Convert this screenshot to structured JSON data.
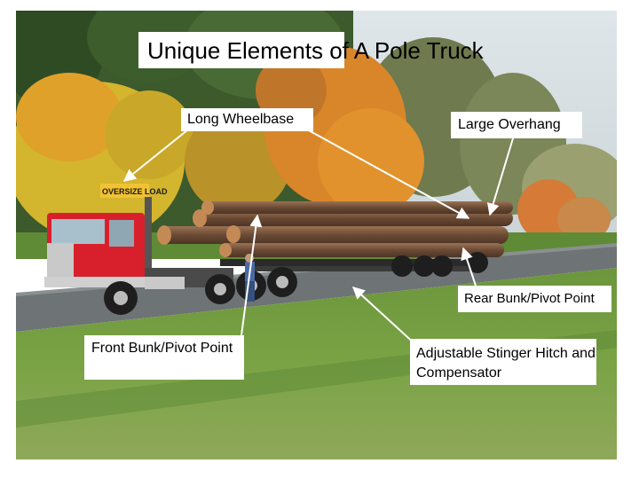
{
  "title": "Unique Elements of A Pole Truck",
  "labels": {
    "long_wheelbase": "Long Wheelbase",
    "large_overhang": "Large Overhang",
    "rear_bunk": "Rear Bunk/Pivot Point",
    "front_bunk": "Front Bunk/Pivot Point",
    "stinger": "Adjustable Stinger Hitch and Compensator"
  },
  "truck_sign": "OVERSIZE LOAD",
  "colors": {
    "cab": "#d8202c",
    "foliage_orange": "#d9862a",
    "foliage_yellow": "#d4b52e",
    "trees_dark": "#3c5a2c",
    "grass": "#6f9a3e",
    "road": "#6e7376",
    "logs": "#7a5238"
  }
}
